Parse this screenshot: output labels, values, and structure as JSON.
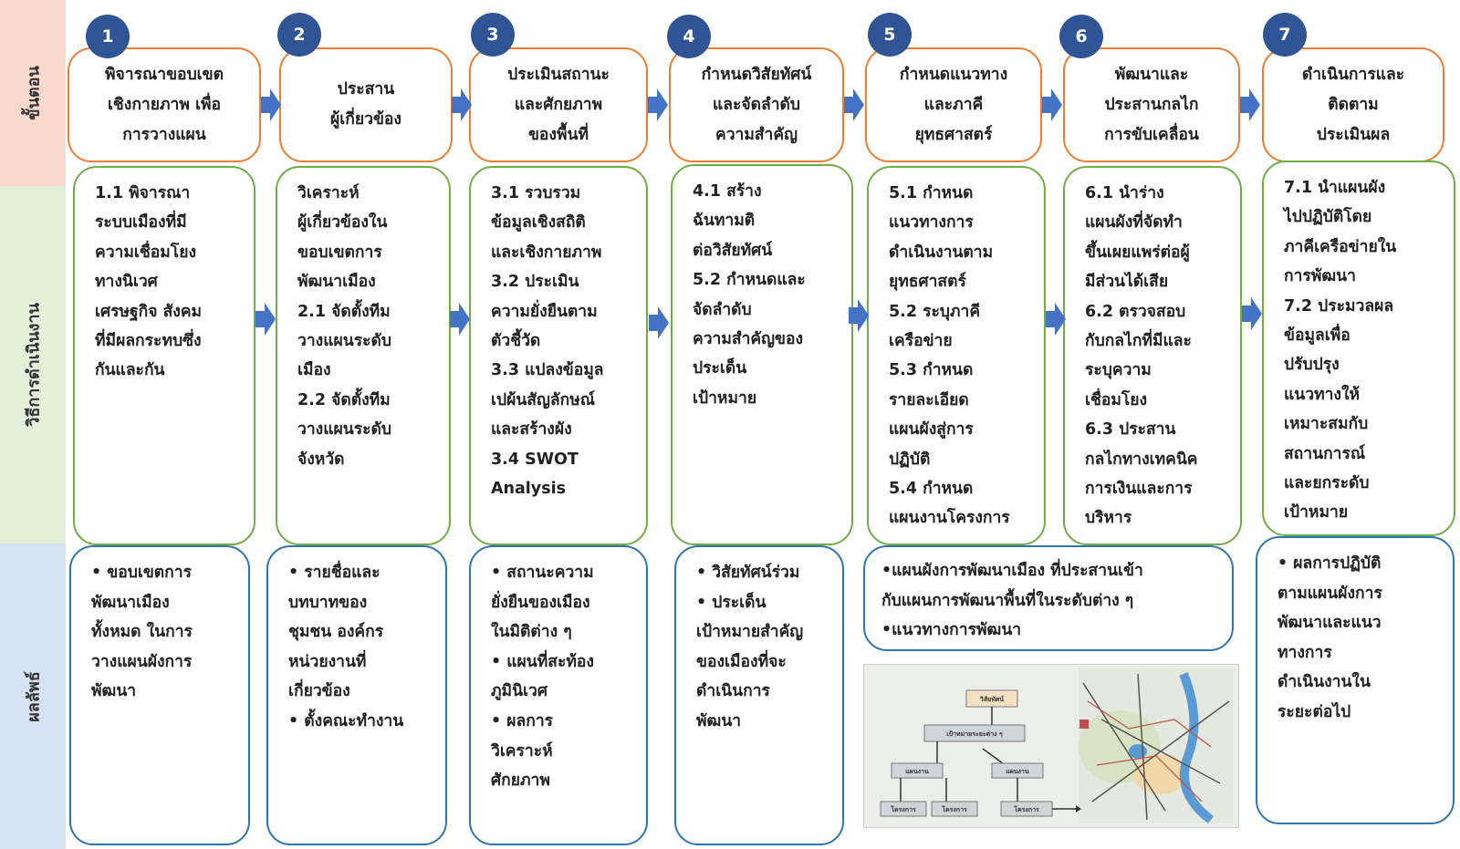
{
  "rows": {
    "steps": "ขั้นตอน",
    "methods": "วิธีการดำเนินงาน",
    "outputs": "ผลลัพธ์"
  },
  "colors": {
    "steps_band": "#F8D9CC",
    "methods_band": "#E2EFD9",
    "outputs_band": "#D6E3F2",
    "circle": "#2F5597",
    "arrow": "#4472C4",
    "step_border": "#ED7D31",
    "method_border": "#70AD47",
    "output_border": "#2E75B6"
  },
  "steps": [
    {
      "number": "1",
      "title": "พิจารณาขอบเขต\nเชิงกายภาพ เพื่อ\nการวางแผน"
    },
    {
      "number": "2",
      "title": "ประสาน\nผู้เกี่ยวข้อง"
    },
    {
      "number": "3",
      "title": "ประเมินสถานะ\nและศักยภาพ\nของพื้นที่"
    },
    {
      "number": "4",
      "title": "กำหนดวิสัยทัศน์\nและจัดลำดับ\nความสำคัญ"
    },
    {
      "number": "5",
      "title": "กำหนดแนวทาง\nและภาคี\nยุทธศาสตร์"
    },
    {
      "number": "6",
      "title": "พัฒนาและ\nประสานกลไก\nการขับเคลื่อน"
    },
    {
      "number": "7",
      "title": "ดำเนินการและ\nติดตาม\nประเมินผล"
    }
  ],
  "methods": [
    "1.1 พิจารณา\nระบบเมืองที่มี\nความเชื่อมโยง\nทางนิเวศ\nเศรษฐกิจ สังคม\nที่มีผลกระทบซึ่ง\nกันและกัน",
    "วิเคราะห์\nผู้เกี่ยวข้องใน\nขอบเขตการ\nพัฒนาเมือง\n2.1 จัดตั้งทีม\nวางแผนระดับ\nเมือง\n2.2 จัดตั้งทีม\nวางแผนระดับ\nจังหวัด",
    "3.1 รวบรวม\nข้อมูลเชิงสถิติ\nและเชิงกายภาพ\n3.2 ประเมิน\nความยั่งยืนตาม\nตัวชี้วัด\n3.3 แปลงข้อมูล\nเปผ้นสัญลักษณ์\nและสร้างผัง\n3.4 SWOT\nAnalysis",
    "4.1 สร้าง\nฉันทามติ\nต่อวิสัยทัศน์\n5.2 กำหนดและ\nจัดลำดับ\nความสำคัญของ\nประเด็น\nเป้าหมาย",
    "5.1 กำหนด\nแนวทางการ\nดำเนินงานตาม\nยุทธศาสตร์\n5.2 ระบุภาคี\nเครือข่าย\n5.3 กำหนด\nรายละเอียด\nแผนผังสู่การ\nปฏิบัติ\n5.4 กำหนด\nแผนงานโครงการ",
    "6.1 นำร่าง\nแผนผังที่จัดทำ\nขึ้นเผยแพร่ต่อผู้\nมีส่วนได้เสีย\n6.2 ตรวจสอบ\nกับกลไกที่มีและ\nระบุความ\nเชื่อมโยง\n6.3 ประสาน\nกลไกทางเทคนิค\nการเงินและการ\nบริหาร",
    "7.1 นำแผนผัง\nไปปฏิบัติโดย\nภาคีเครือข่ายใน\nการพัฒนา\n7.2 ประมวลผล\nข้อมูลเพื่อ\nปรับปรุง\nแนวทางให้\nเหมาะสมกับ\nสถานการณ์\nและยกระดับ\nเป้าหมาย"
  ],
  "outputs": [
    "• ขอบเขตการ\nพัฒนาเมือง\nทั้งหมด ในการ\nวางแผนผังการ\nพัฒนา",
    "• รายชื่อและ\nบทบาทของ\nชุมชน องค์กร\nหน่วยงานที่\nเกี่ยวข้อง\n• ตั้งคณะทำงาน",
    "• สถานะความ\nยั่งยืนของเมือง\nในมิติต่าง ๆ\n• แผนที่สะท้อง\nภูมินิเวศ\n• ผลการ\nวิเคราะห์\nศักยภาพ",
    "• วิสัยทัศน์ร่วม\n• ประเด็น\nเป้าหมายสำคัญ\nของเมืองที่จะ\nดำเนินการ\nพัฒนา",
    "•แผนผังการพัฒนาเมือง ที่ประสานเข้า\nกับแผนการพัฒนาพื้นที่ในระดับต่าง ๆ\n•แนวทางการพัฒนา",
    "• ผลการปฏิบัติ\nตามแผนผังการ\nพัฒนาและแนว\nทางการ\nดำเนินงานใน\nระยะต่อไป"
  ],
  "thumbnail": {
    "vision": "วิสัยทัศน์",
    "goals": "เป้าหมายระยะต่าง ๆ",
    "plan_left": "แผนงาน",
    "plan_right": "แผนงาน",
    "project_1": "โครงการ",
    "project_2": "โครงการ",
    "project_3": "โครงการ"
  }
}
